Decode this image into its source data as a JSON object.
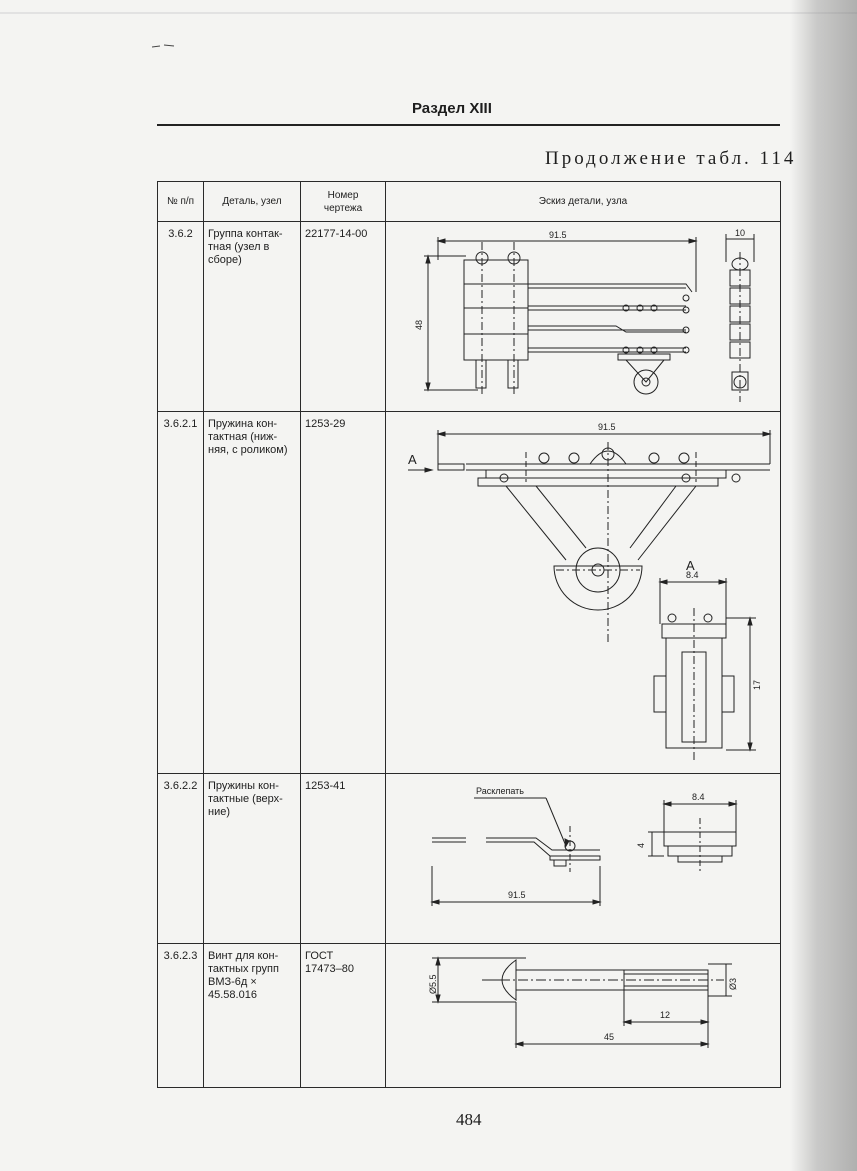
{
  "page": {
    "section_title": "Раздел XIII",
    "continuation": "Продолжение табл. 114",
    "page_number": "484"
  },
  "table": {
    "headers": {
      "number": "№ п/п",
      "part": "Деталь, узел",
      "drawing": "Номер\nчертежа",
      "sketch": "Эскиз детали, узла"
    },
    "rows": [
      {
        "number": "3.6.2",
        "part": "Группа контак-\nтная (узел в\nсборе)",
        "drawing": "22177-14-00",
        "dims": {
          "length": "91.5",
          "width": "10",
          "height": "48"
        }
      },
      {
        "number": "3.6.2.1",
        "part": "Пружина кон-\nтактная (ниж-\nняя, с роликом)",
        "drawing": "1253-29",
        "dims": {
          "length": "91.5",
          "view_label": "A",
          "view_title": "A",
          "view_width": "8.4",
          "view_height": "17"
        }
      },
      {
        "number": "3.6.2.2",
        "part": "Пружины кон-\nтактные (верх-\nние)",
        "drawing": "1253-41",
        "dims": {
          "note": "Расклепать",
          "width": "8.4",
          "height": "4",
          "length": "91.5"
        }
      },
      {
        "number": "3.6.2.3",
        "part": "Винт для кон-\nтактных групп\nВМЗ-6д ×\n45.58.016",
        "drawing": "ГОСТ\n17473–80",
        "dims": {
          "head_dia": "Ø5.5",
          "thread_dia": "Ø3",
          "thread_len": "12",
          "total_len": "45"
        }
      }
    ]
  }
}
